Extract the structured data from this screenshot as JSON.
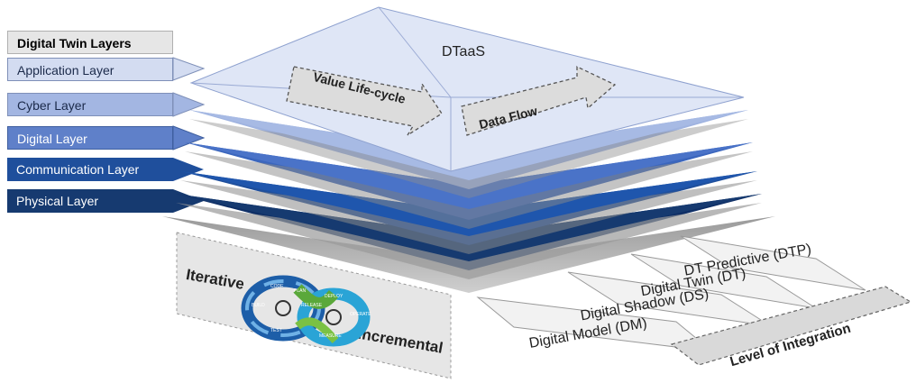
{
  "legend": {
    "title": "Digital Twin Layers",
    "layers": [
      {
        "label": "Application Layer",
        "color": "#d3dcf1"
      },
      {
        "label": "Cyber Layer",
        "color": "#a3b6e2"
      },
      {
        "label": "Digital Layer",
        "color": "#5f80c9"
      },
      {
        "label": "Communication Layer",
        "color": "#1f4f9c"
      },
      {
        "label": "Physical Layer",
        "color": "#163a70"
      }
    ]
  },
  "stack": {
    "top_label": "DTaaS",
    "arrow_left": "Value Life-cycle",
    "arrow_right": "Data Flow"
  },
  "devops": {
    "left_word": "Iterative",
    "right_word": "Incremental",
    "stages": [
      "CODE",
      "PLAN",
      "BUILD",
      "TEST",
      "RELEASE",
      "DEPLOY",
      "OPERATE",
      "MEASURE"
    ]
  },
  "integration": {
    "title": "Level of Integration",
    "levels": [
      "DT Predictive (DTP)",
      "Digital Twin (DT)",
      "Digital Shadow (DS)",
      "Digital Model (DM)"
    ]
  }
}
